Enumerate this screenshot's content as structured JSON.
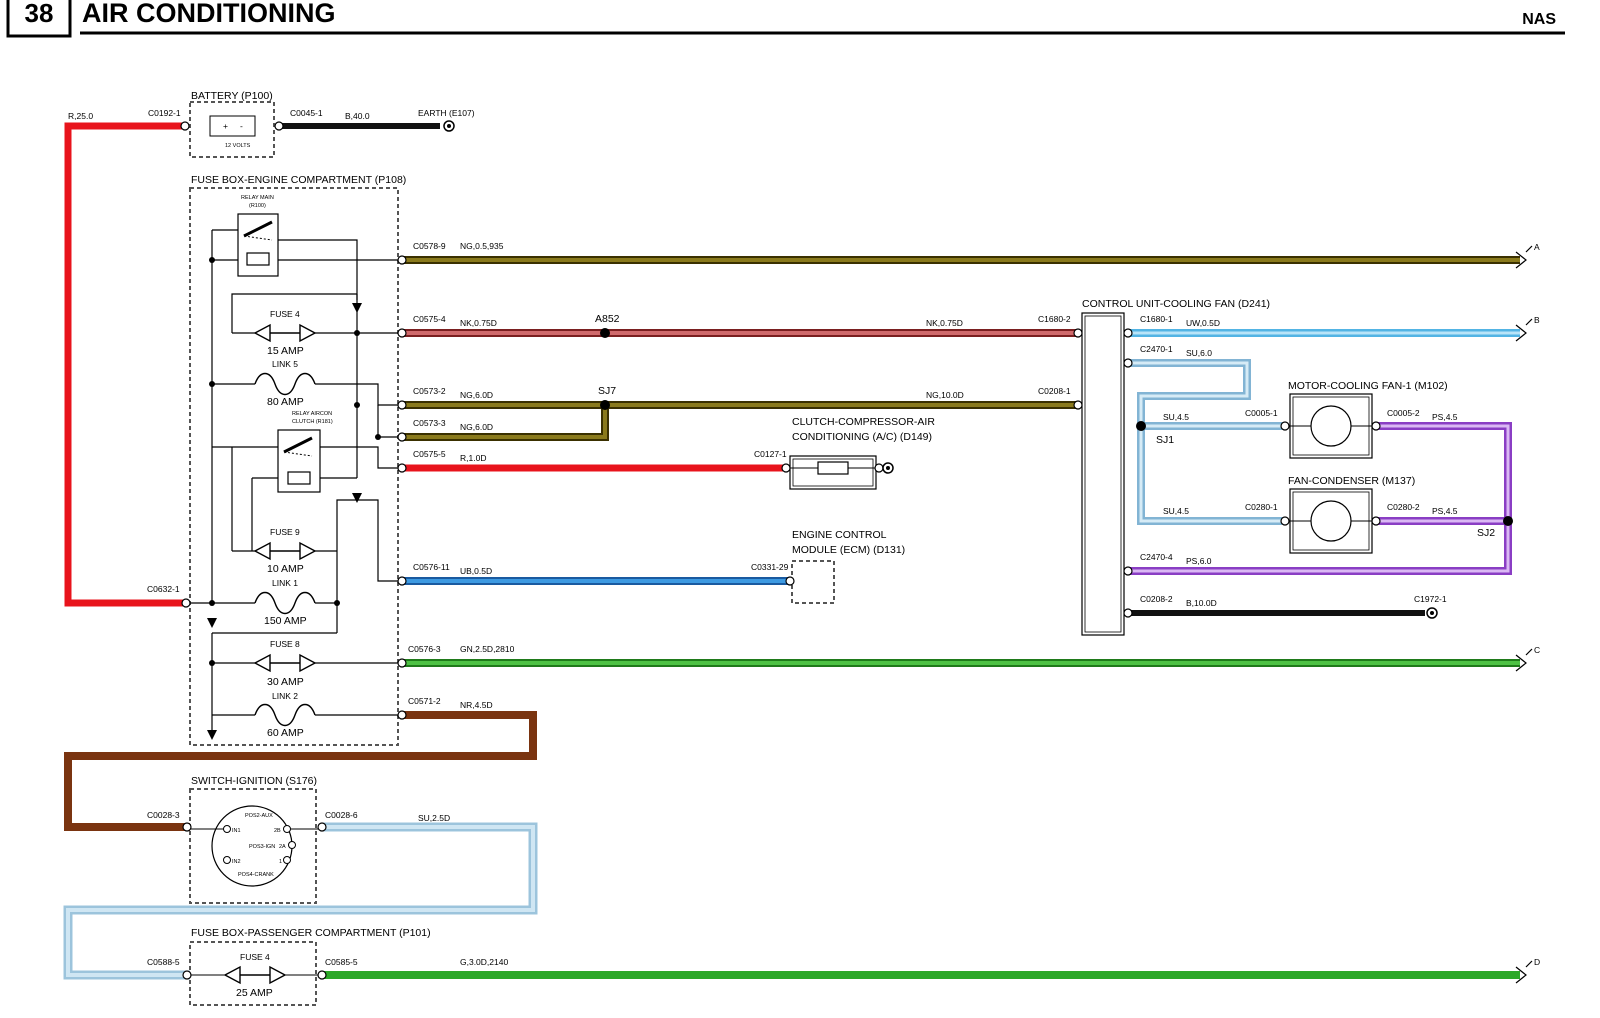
{
  "header": {
    "page_number": "38",
    "title": "AIR CONDITIONING",
    "market": "NAS"
  },
  "battery": {
    "title": "BATTERY (P100)",
    "volts": "12 VOLTS",
    "conn_pos": "C0192-1",
    "conn_neg": "C0045-1",
    "earth": "EARTH (E107)"
  },
  "fusebox_engine": {
    "title": "FUSE BOX-ENGINE COMPARTMENT (P108)",
    "relay_main": "RELAY MAIN",
    "relay_main_ref": "(R100)",
    "relay_aircon_1": "RELAY AIRCON",
    "relay_aircon_2": "CLUTCH (R181)",
    "fuse4": "FUSE 4",
    "fuse4_amp": "15 AMP",
    "link5": "LINK 5",
    "link5_amp": "80 AMP",
    "fuse9": "FUSE 9",
    "fuse9_amp": "10 AMP",
    "link1": "LINK 1",
    "link1_amp": "150 AMP",
    "fuse8": "FUSE 8",
    "fuse8_amp": "30 AMP",
    "link2": "LINK 2",
    "link2_amp": "60 AMP"
  },
  "switch_ignition": {
    "title": "SWITCH-IGNITION (S176)",
    "pos2": "POS2-AUX",
    "pos3": "POS3-IGN",
    "pos4": "POS4-CRANK",
    "in1": "IN1",
    "in2": "IN2",
    "t2b": "2B",
    "t2a": "2A",
    "t1": "1"
  },
  "fusebox_passenger": {
    "title": "FUSE BOX-PASSENGER COMPARTMENT (P101)",
    "fuse": "FUSE 4",
    "amp": "25 AMP"
  },
  "clutch": {
    "title1": "CLUTCH-COMPRESSOR-AIR",
    "title2": "CONDITIONING (A/C) (D149)"
  },
  "ecm": {
    "title1": "ENGINE CONTROL",
    "title2": "MODULE (ECM) (D131)"
  },
  "cooling_unit": {
    "title": "CONTROL UNIT-COOLING FAN (D241)"
  },
  "motor_fan": {
    "title": "MOTOR-COOLING FAN-1 (M102)"
  },
  "fan_condenser": {
    "title": "FAN-CONDENSER (M137)"
  },
  "splices": {
    "a852": "A852",
    "sj7": "SJ7",
    "sj1": "SJ1",
    "sj2": "SJ2"
  },
  "ends": {
    "a": "A",
    "b": "B",
    "c": "C",
    "d": "D"
  },
  "wires": {
    "r_25": "R,25.0",
    "b_40": "B,40.0",
    "ng_a": "NG,0.5,935",
    "nk_075_l": "NK,0.75D",
    "nk_075_r": "NK,0.75D",
    "ng_6_a": "NG,6.0D",
    "ng_10": "NG,10.0D",
    "ng_6_b": "NG,6.0D",
    "r_1": "R,1.0D",
    "ub_05": "UB,0.5D",
    "gn_25": "GN,2.5D,2810",
    "nr_45": "NR,4.5D",
    "su_25": "SU,2.5D",
    "g_3": "G,3.0D,2140",
    "uw_05": "UW,0.5D",
    "su_6": "SU,6.0",
    "su_45_a": "SU,4.5",
    "su_45_b": "SU,4.5",
    "ps_45_a": "PS,4.5",
    "ps_45_b": "PS,4.5",
    "ps_6": "PS,6.0",
    "b_10": "B,10.0D"
  },
  "connectors": {
    "c0578_9": "C0578-9",
    "c0575_4": "C0575-4",
    "c0573_2": "C0573-2",
    "c0573_3": "C0573-3",
    "c0575_5": "C0575-5",
    "c0576_11": "C0576-11",
    "c0632_1": "C0632-1",
    "c0576_3": "C0576-3",
    "c0571_2": "C0571-2",
    "c0028_3": "C0028-3",
    "c0028_6": "C0028-6",
    "c0588_5": "C0588-5",
    "c0585_5": "C0585-5",
    "c0127_1": "C0127-1",
    "c0331_29": "C0331-29",
    "c1680_2": "C1680-2",
    "c0208_1": "C0208-1",
    "c1680_1": "C1680-1",
    "c2470_1": "C2470-1",
    "c2470_4": "C2470-4",
    "c0208_2": "C0208-2",
    "c1972_1": "C1972-1",
    "c0005_1": "C0005-1",
    "c0005_2": "C0005-2",
    "c0280_1": "C0280-1",
    "c0280_2": "C0280-2"
  },
  "colors": {
    "red": "#e8141c",
    "black": "#111111",
    "ng": "#6b5a14",
    "nk": "#b8474a",
    "blue_dark": "#2f86d0",
    "blue_light": "#7cc6ec",
    "green": "#3aa832",
    "brown": "#7a3410",
    "purple": "#a25ad8",
    "grey_dash": "#555555"
  }
}
